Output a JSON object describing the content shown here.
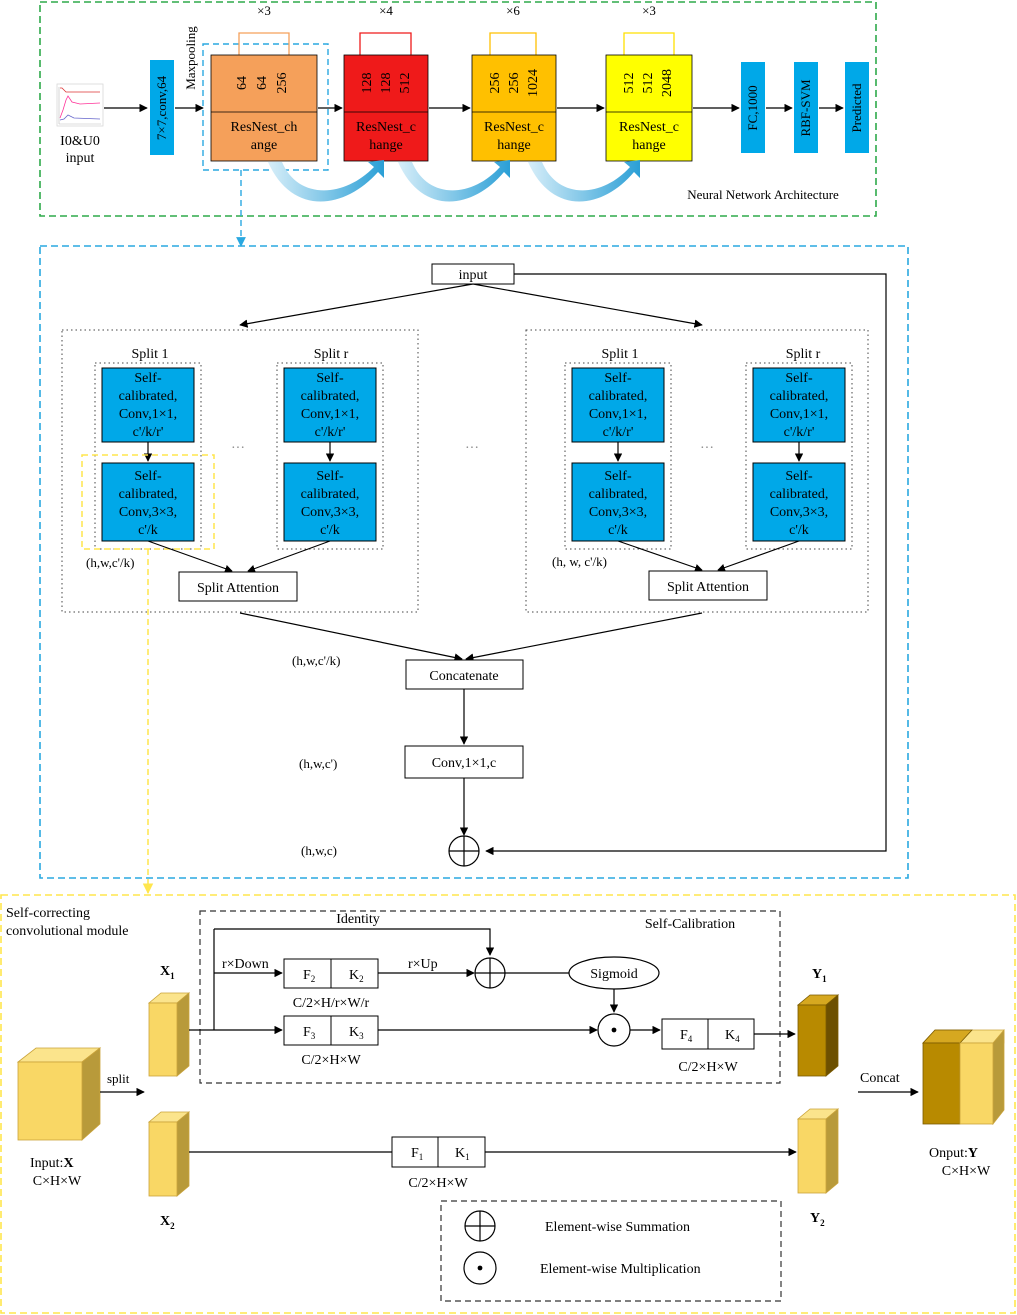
{
  "colors": {
    "green_frame": "#2eaa4a",
    "blue_frame": "#2aa8e0",
    "yellow_frame": "#ffe64d",
    "stage1": "#f5a05a",
    "stage2": "#ef1a1a",
    "stage3": "#ffc000",
    "stage4": "#ffff00",
    "cyan_block": "#00a8e8",
    "cube_light": "#f9d765",
    "cube_dark": "#b88a00"
  },
  "architecture": {
    "caption": "Neural Network Architecture",
    "input_label_1": "I0&U0",
    "input_label_2": "input",
    "conv_block": "7×7,conv,64",
    "maxpool": "Maxpooling",
    "stages": [
      {
        "repeat": "×3",
        "channels": [
          "64",
          "64",
          "256"
        ],
        "name_1": "ResNest_ch",
        "name_2": "ange"
      },
      {
        "repeat": "×4",
        "channels": [
          "128",
          "128",
          "512"
        ],
        "name_1": "ResNest_c",
        "name_2": "hange"
      },
      {
        "repeat": "×6",
        "channels": [
          "256",
          "256",
          "1024"
        ],
        "name_1": "ResNest_c",
        "name_2": "hange"
      },
      {
        "repeat": "×3",
        "channels": [
          "512",
          "512",
          "2048"
        ],
        "name_1": "ResNest_c",
        "name_2": "hange"
      }
    ],
    "fc": "FC,1000",
    "svm": "RBF-SVM",
    "predicted": "Predicted"
  },
  "resnest": {
    "input": "input",
    "split_1": "Split 1",
    "split_r": "Split r",
    "conv1_lines": [
      "Self-",
      "calibrated,",
      "Conv,1×1,",
      "c'/k/r'"
    ],
    "conv3_lines": [
      "Self-",
      "calibrated,",
      "Conv,3×3,",
      "c'/k"
    ],
    "ellipsis": "···",
    "dim_left": "(h,w,c'/k)",
    "dim_right": "(h, w, c'/k)",
    "split_attention": "Split Attention",
    "dim_concat": "(h,w,c'/k)",
    "concatenate": "Concatenate",
    "dim_conv": "(h,w,c')",
    "conv_final": "Conv,1×1,c",
    "dim_sum": "(h,w,c)"
  },
  "self_calibration": {
    "module_title_1": "Self-correcting",
    "module_title_2": "convolutional module",
    "box_title": "Self-Calibration",
    "identity": "Identity",
    "down": "r×Down",
    "up": "r×Up",
    "sigmoid": "Sigmoid",
    "x1": "X",
    "x1_sub": "1",
    "x2": "X",
    "x2_sub": "2",
    "y1": "Y",
    "y1_sub": "1",
    "y2": "Y",
    "y2_sub": "2",
    "f2": "F",
    "f2_sub": "2",
    "k2": "K",
    "k2_sub": "2",
    "f3": "F",
    "f3_sub": "3",
    "k3": "K",
    "k3_sub": "3",
    "f4": "F",
    "f4_sub": "4",
    "k4": "K",
    "k4_sub": "4",
    "f1": "F",
    "f1_sub": "1",
    "k1": "K",
    "k1_sub": "1",
    "dim_f2": "C/2×H/r×W/r",
    "dim_f3": "C/2×H×W",
    "dim_f4": "C/2×H×W",
    "dim_f1": "C/2×H×W",
    "split": "split",
    "concat": "Concat",
    "input_prefix": "Input:",
    "input_var": "X",
    "input_dim": "C×H×W",
    "output_prefix": "Onput:",
    "output_var": "Y",
    "output_dim": "C×H×W",
    "legend_sum": "Element-wise  Summation",
    "legend_mult": "Element-wise  Multiplication"
  }
}
